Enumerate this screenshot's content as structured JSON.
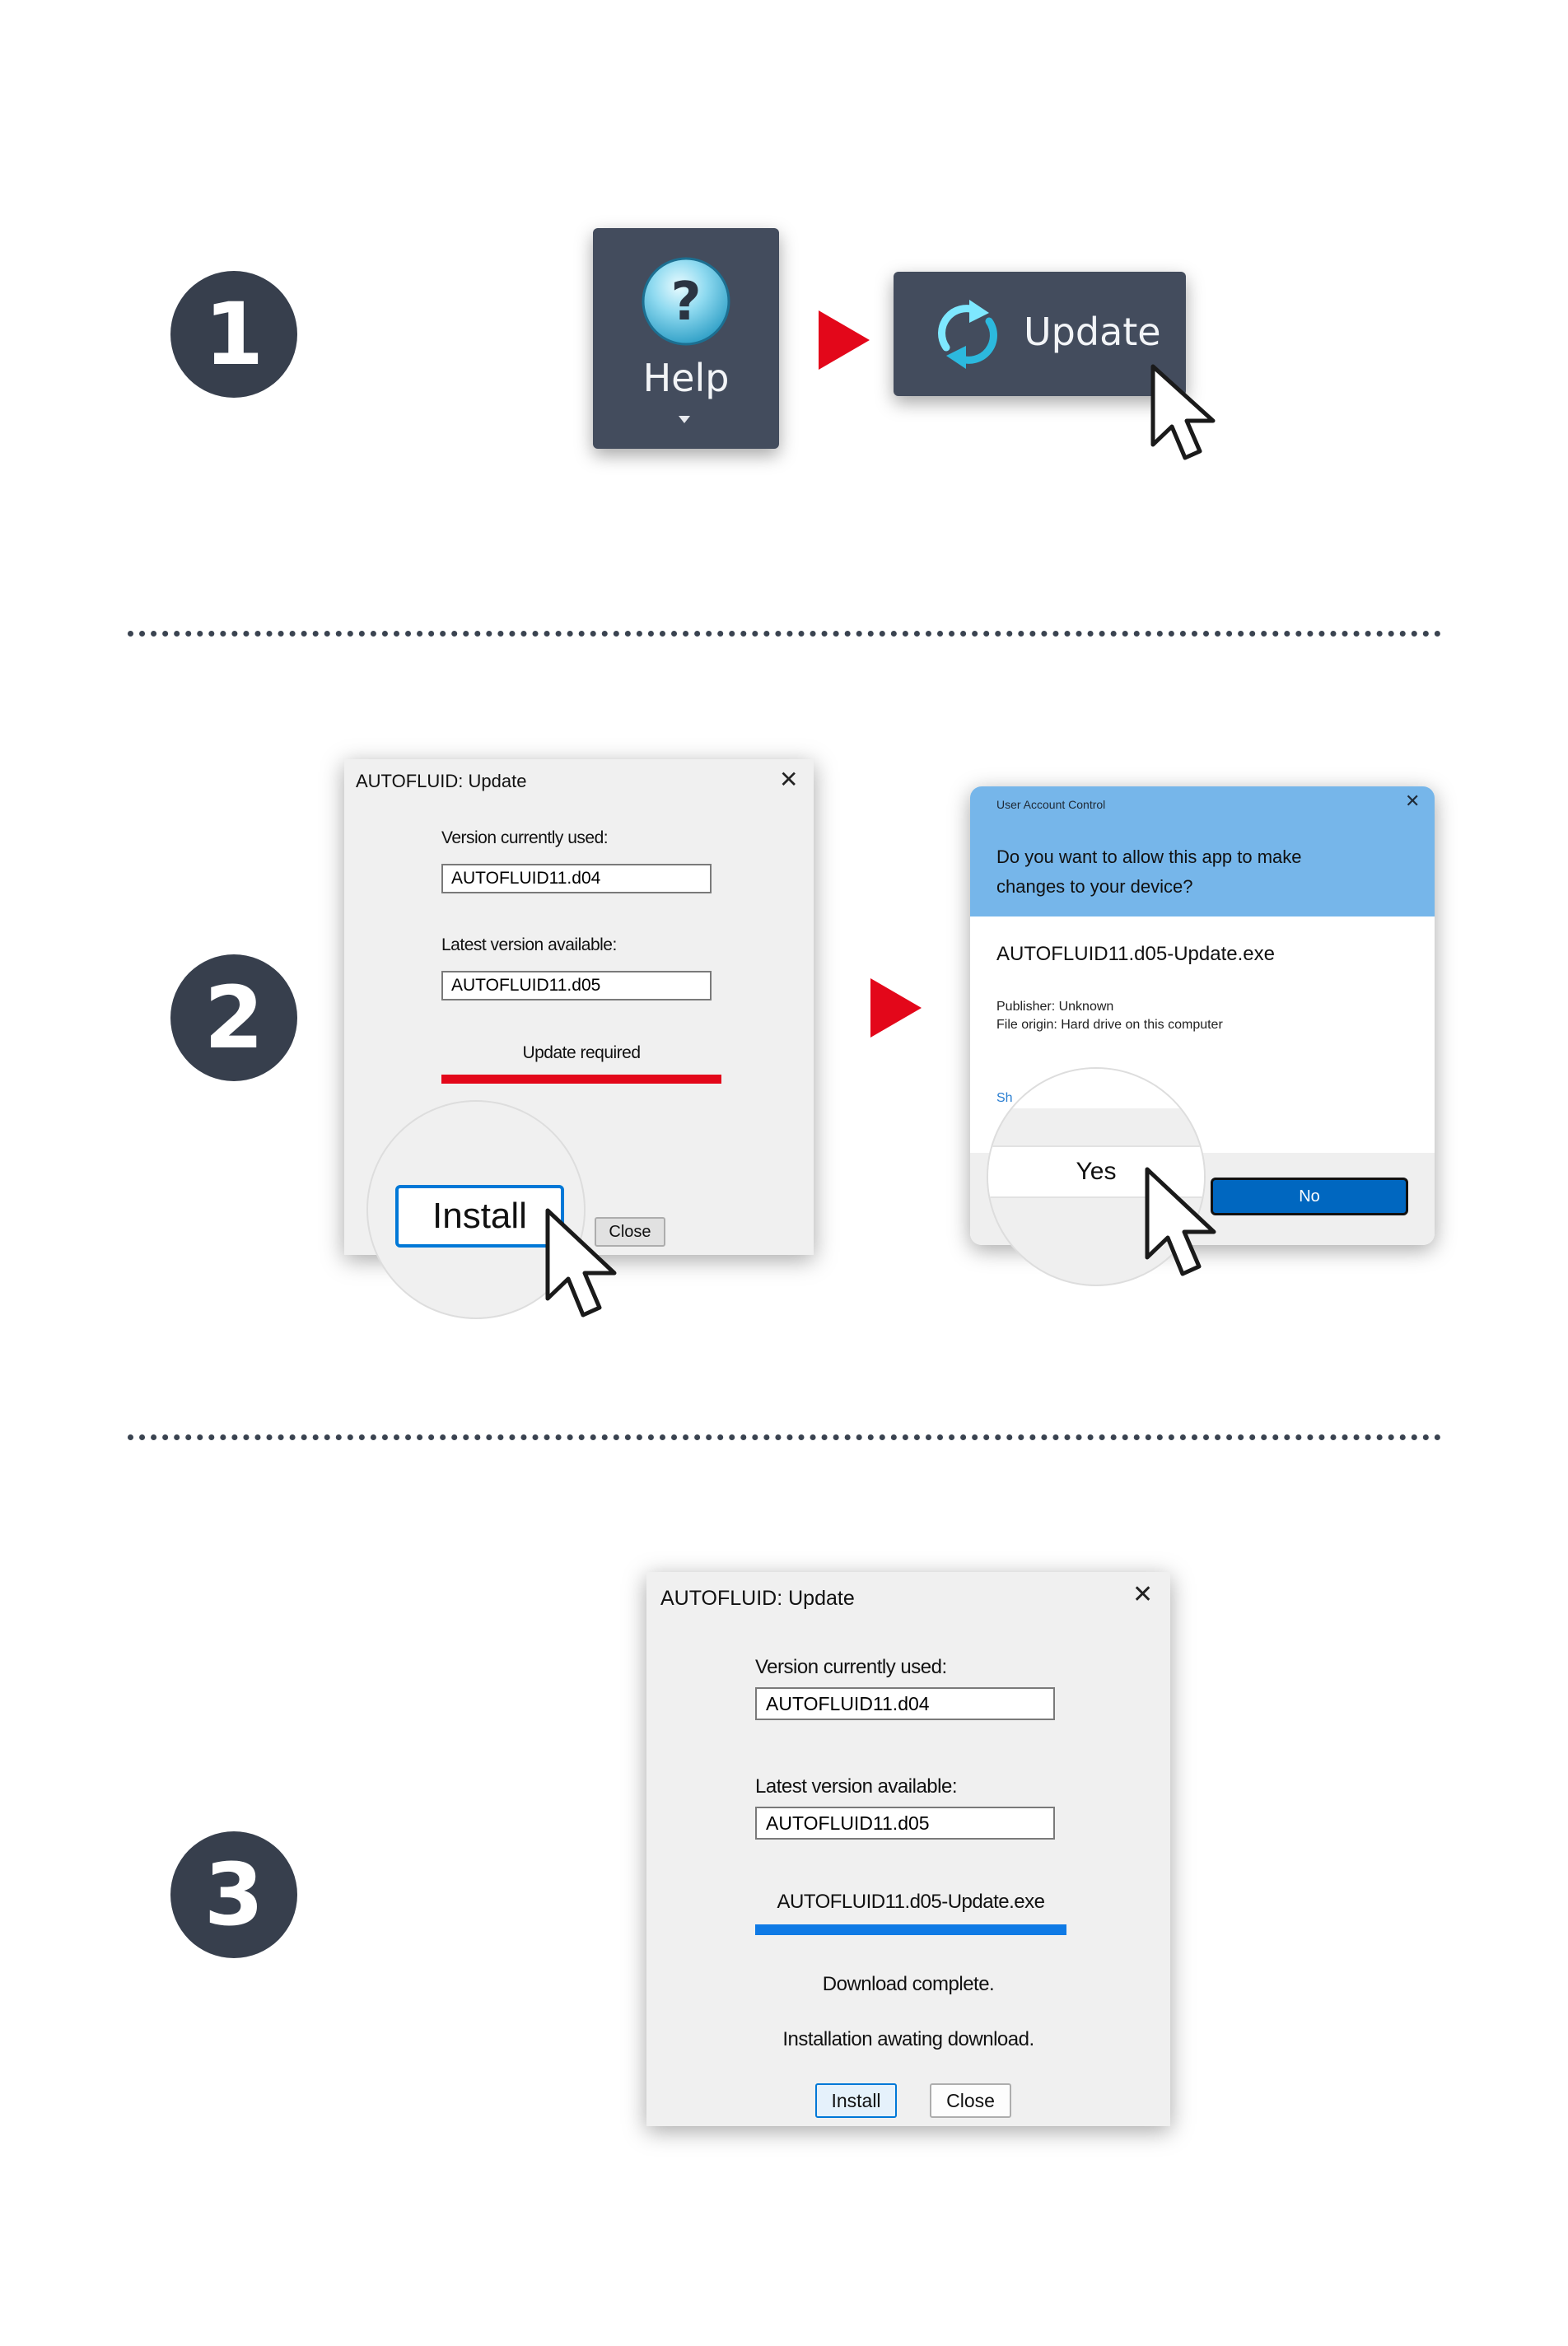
{
  "steps": [
    "1",
    "2",
    "3"
  ],
  "step1": {
    "help_label": "Help",
    "help_icon": "question-mark-icon",
    "update_label": "Update",
    "update_icon": "refresh-arrows-icon"
  },
  "step2": {
    "dialog": {
      "title": "AUTOFLUID: Update",
      "current_label": "Version currently used:",
      "current_value": "AUTOFLUID11.d04",
      "latest_label": "Latest version available:",
      "latest_value": "AUTOFLUID11.d05",
      "status": "Update required",
      "install_label": "Install",
      "close_label": "Close"
    },
    "uac": {
      "title": "User Account Control",
      "question": "Do you want to allow this app to make changes to your device?",
      "app_name": "AUTOFLUID11.d05-Update.exe",
      "publisher": "Publisher: Unknown",
      "origin": "File origin: Hard drive on this computer",
      "more_link": "Sh",
      "yes_label": "Yes",
      "no_label": "No"
    }
  },
  "step3": {
    "dialog": {
      "title": "AUTOFLUID: Update",
      "current_label": "Version currently used:",
      "current_value": "AUTOFLUID11.d04",
      "latest_label": "Latest version available:",
      "latest_value": "AUTOFLUID11.d05",
      "file_name": "AUTOFLUID11.d05-Update.exe",
      "download_progress": 1.0,
      "status1": "Download complete.",
      "status2": "Installation awating download.",
      "install_label": "Install",
      "close_label": "Close"
    }
  },
  "colors": {
    "step_circle": "#373f4d",
    "arrow_red": "#e3071a",
    "progress_red": "#e3071a",
    "progress_blue": "#0f7ae5",
    "ribbon": "#434c5d",
    "uac_header": "#76b6ea",
    "uac_no_button": "#0067c0"
  }
}
